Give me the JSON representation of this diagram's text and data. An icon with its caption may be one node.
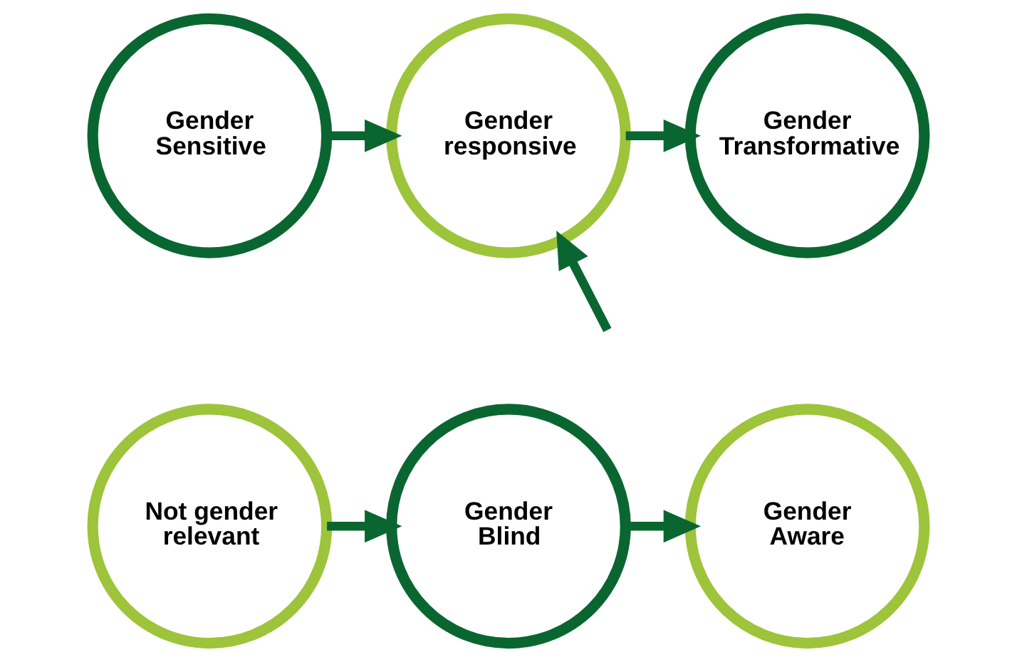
{
  "diagram": {
    "nodes": [
      {
        "text": [
          "Gender Sensitive"
        ]
      },
      {
        "text": [
          "Gender responsive"
        ]
      },
      {
        "text": [
          "Gender Transformative"
        ]
      },
      {
        "text": [
          "Not gender relevant"
        ]
      },
      {
        "text": [
          "Gender Blind"
        ]
      },
      {
        "text": [
          "Gender Aware"
        ]
      }
    ],
    "edges": [
      {
        "from": 0,
        "to": 1,
        "arrow": "to"
      },
      {
        "from": 1,
        "to": 2,
        "arrow": "to"
      },
      {
        "from": null,
        "to": 1,
        "arrow": "to"
      },
      {
        "from": 3,
        "to": 4,
        "arrow": "to"
      },
      {
        "from": 4,
        "to": 5,
        "arrow": "to"
      }
    ]
  }
}
